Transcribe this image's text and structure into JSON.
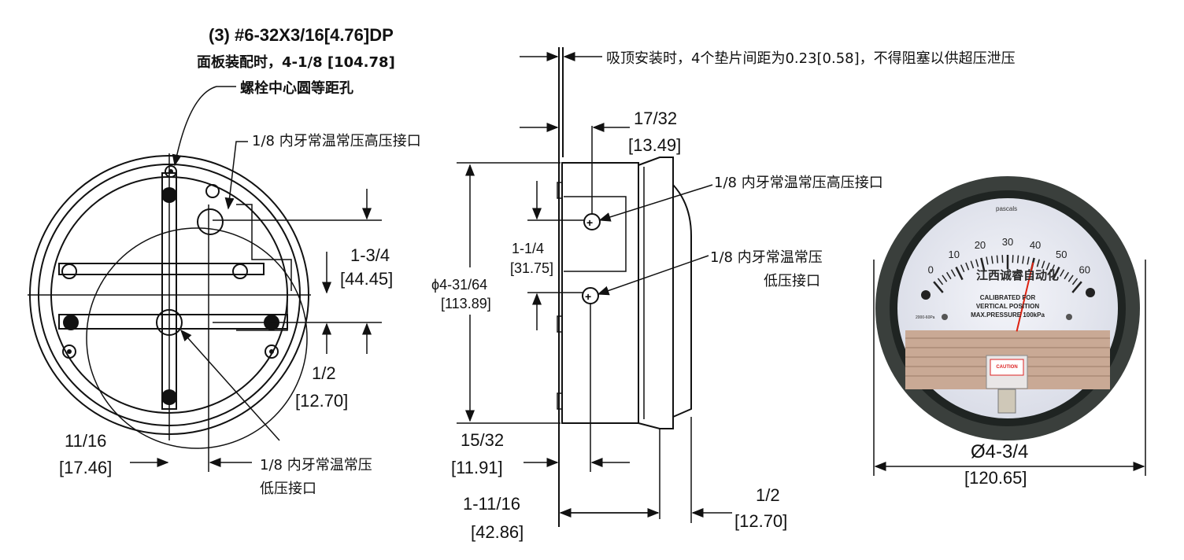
{
  "front_view": {
    "screw_spec": "(3) #6-32X3/16[4.76]DP",
    "panel_note": "面板装配时，4-1/8 [104.78]",
    "bolt_note": "螺栓中心圆等距孔",
    "high_port": "1/8 内牙常温常压高压接口",
    "dim_1_3_4": "1-3/4",
    "dim_44_45": "[44.45]",
    "dim_1_2": "1/2",
    "dim_12_70": "[12.70]",
    "dim_11_16": "11/16",
    "dim_17_46": "[17.46]",
    "low_port_1": "1/8 内牙常温常压",
    "low_port_2": "低压接口"
  },
  "side_view": {
    "top_note": "吸顶安装时，4个垫片间距为0.23[0.58]，不得阻塞以供超压泄压",
    "dim_17_32": "17/32",
    "dim_13_49": "[13.49]",
    "high_port": "1/8 内牙常温常压高压接口",
    "low_port_1": "1/8 内牙常温常压",
    "low_port_2": "低压接口",
    "dim_1_1_4": "1-1/4",
    "dim_31_75": "[31.75]",
    "dim_dia": "ϕ4-31/64",
    "dim_113_89": "[113.89]",
    "dim_15_32": "15/32",
    "dim_11_91": "[11.91]",
    "dim_1_11_16": "1-11/16",
    "dim_42_86": "[42.86]",
    "dim_1_2": "1/2",
    "dim_12_70": "[12.70]"
  },
  "gauge": {
    "unit": "pascals",
    "scale": [
      "0",
      "10",
      "20",
      "30",
      "40",
      "50",
      "60"
    ],
    "needle_value": 40,
    "scale_max": 60,
    "brand": "江西诚睿自动化",
    "line1": "CALIBRATED FOR",
    "line2": "VERTICAL POSITION",
    "line3": "MAX.PRESSURE 100kPa",
    "model": "2000-60Pa",
    "caution": "CAUTION",
    "dim_dia": "Ø4-3/4",
    "dim_120_65": "[120.65]"
  }
}
